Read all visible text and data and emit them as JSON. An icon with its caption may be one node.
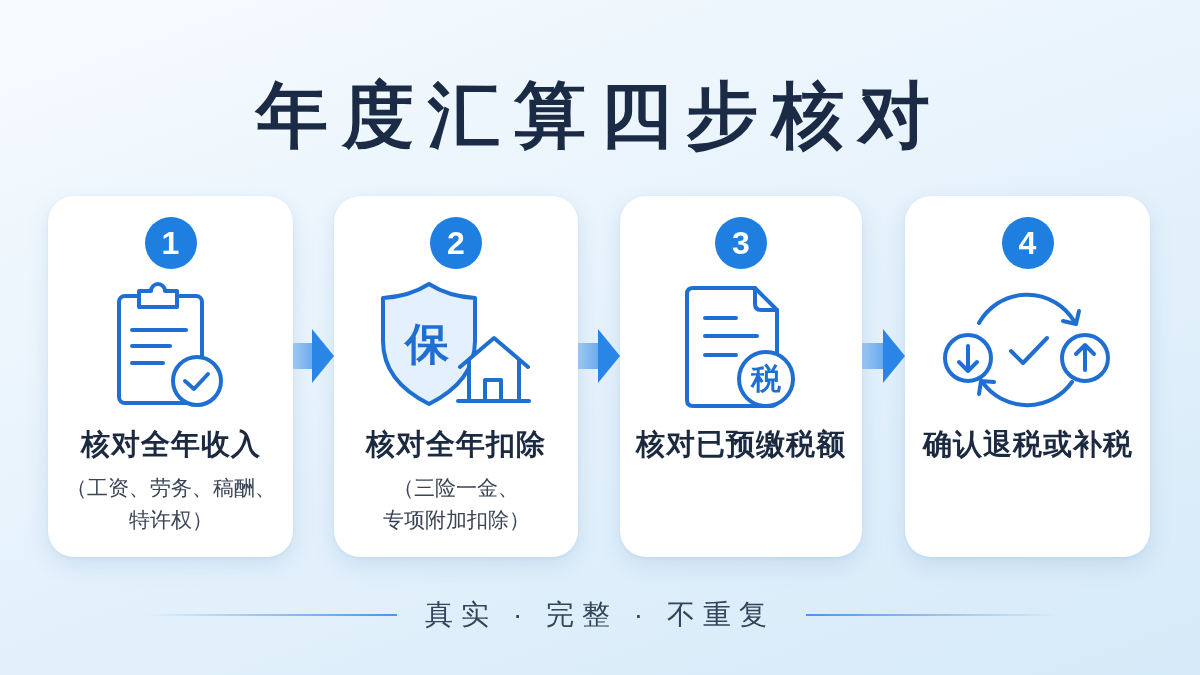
{
  "diagram": {
    "title": "年度汇算四步核对",
    "nodes": [
      {
        "text": [
          "1",
          "核对全年收入",
          "（工资、劳务、稿酬、特许权）"
        ]
      },
      {
        "text": [
          "2",
          "保",
          "核对全年扣除",
          "（三险一金、专项附加扣除）"
        ]
      },
      {
        "text": [
          "3",
          "税",
          "核对已预缴税额"
        ]
      },
      {
        "text": [
          "4",
          "确认退税或补税"
        ]
      }
    ],
    "edges": [
      {
        "from": 0,
        "to": 1,
        "arrow": "to"
      },
      {
        "from": 1,
        "to": 2,
        "arrow": "to"
      },
      {
        "from": 2,
        "to": 3,
        "arrow": "to"
      }
    ],
    "labels": [
      "真实 · 完整 · 不重复"
    ]
  }
}
